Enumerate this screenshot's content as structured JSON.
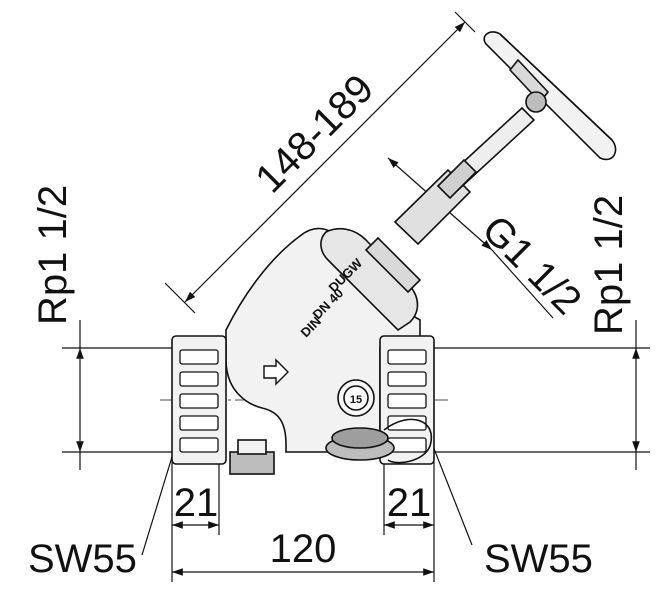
{
  "dimensions": {
    "diagonal_length": "148-189",
    "thread_left": "Rp1 1/2",
    "thread_right": "Rp1 1/2",
    "spindle_thread": "G1 1/2",
    "thread_depth_left": "21",
    "thread_depth_right": "21",
    "overall_length": "120",
    "wrench_left": "SW55",
    "wrench_right": "SW55"
  },
  "body_markings": {
    "brand": "DUGW",
    "size": "DN 40",
    "standard": "DIN",
    "cap_number": "15"
  },
  "colors": {
    "line": "#111111",
    "body_fill": "#f2f2f2",
    "dark_part": "#bdbdbd"
  },
  "icons": [
    "flow-arrow-icon"
  ]
}
